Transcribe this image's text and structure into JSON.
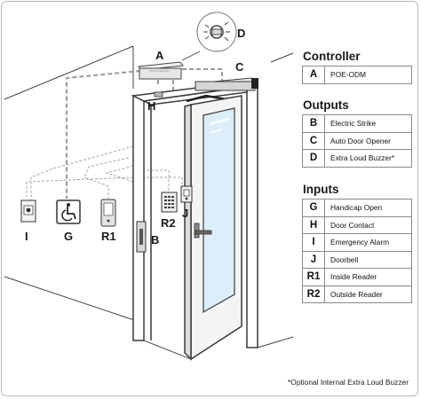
{
  "diagram_labels": {
    "A": "A",
    "B": "B",
    "C": "C",
    "D": "D",
    "G": "G",
    "H": "H",
    "I": "I",
    "J": "J",
    "R1": "R1",
    "R2": "R2"
  },
  "legend": {
    "controller": {
      "title": "Controller",
      "rows": [
        {
          "code": "A",
          "desc": "POE-ODM"
        }
      ]
    },
    "outputs": {
      "title": "Outputs",
      "rows": [
        {
          "code": "B",
          "desc": "Electric Strike"
        },
        {
          "code": "C",
          "desc": "Auto Door Opener"
        },
        {
          "code": "D",
          "desc": "Extra Loud Buzzer*"
        }
      ]
    },
    "inputs": {
      "title": "Inputs",
      "rows": [
        {
          "code": "G",
          "desc": "Handicap Open"
        },
        {
          "code": "H",
          "desc": "Door Contact"
        },
        {
          "code": "I",
          "desc": "Emergency Alarm"
        },
        {
          "code": "J",
          "desc": "Doorbell"
        },
        {
          "code": "R1",
          "desc": "Inside Reader"
        },
        {
          "code": "R2",
          "desc": "Outside Reader"
        }
      ]
    }
  },
  "footnote": "*Optional Internal Extra Loud Buzzer"
}
